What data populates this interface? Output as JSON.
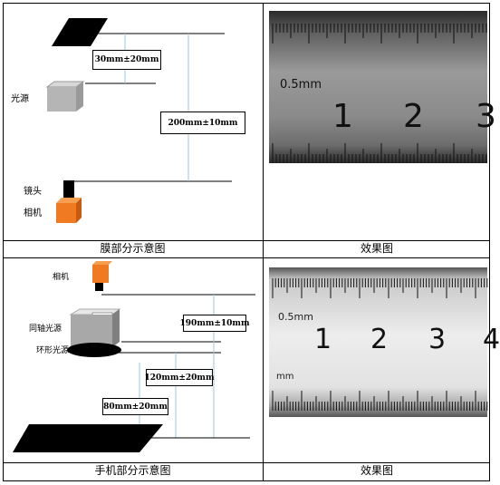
{
  "top_left": {
    "caption": "膜部分示意图",
    "light_source_label": "光源",
    "lens_label": "镜头",
    "camera_label": "相机",
    "distance_a": "30mm±20mm",
    "distance_b": "200mm±10mm"
  },
  "top_right": {
    "caption": "效果图",
    "ruler_unit": "0.5mm",
    "ruler_numbers": [
      "1",
      "2",
      "3"
    ]
  },
  "bottom_left": {
    "caption": "手机部分示意图",
    "camera_label": "相机",
    "coaxial_label": "同轴光源",
    "ring_label": "环形光源",
    "distance_a": "190mm±10mm",
    "distance_b": "120mm±20mm",
    "distance_c": "80mm±20mm"
  },
  "bottom_right": {
    "caption": "效果图",
    "ruler_unit": "0.5mm",
    "ruler_numbers": [
      "1",
      "2",
      "3",
      "4"
    ],
    "ruler_bottom_unit": "mm"
  }
}
